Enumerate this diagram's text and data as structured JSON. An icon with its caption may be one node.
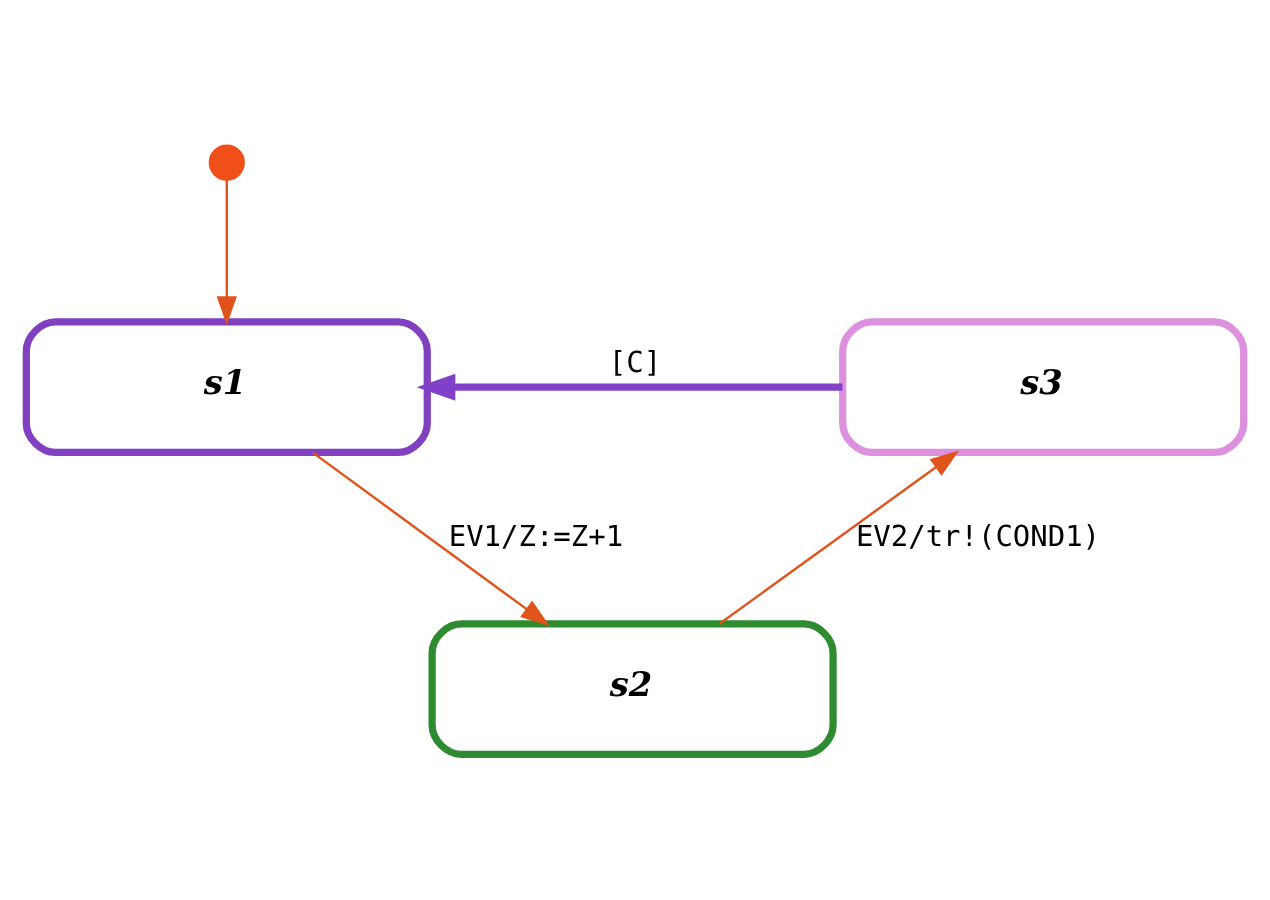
{
  "diagram": {
    "nodes": [
      {
        "text": [],
        "shape": "circle"
      },
      {
        "text": [
          "s1"
        ]
      },
      {
        "text": [
          "s2"
        ]
      },
      {
        "text": [
          "s3"
        ]
      }
    ],
    "edges": [
      {
        "from": 0,
        "to": 1,
        "arrow": "to"
      },
      {
        "from": 3,
        "to": 1,
        "arrow": "to",
        "label": "[C]",
        "style": "thick",
        "color": "#8040c8"
      },
      {
        "from": 1,
        "to": 2,
        "arrow": "to",
        "label": "EV1/Z:=Z+1"
      },
      {
        "from": 2,
        "to": 3,
        "arrow": "to",
        "label": "EV2/tr!(COND1)"
      }
    ]
  }
}
